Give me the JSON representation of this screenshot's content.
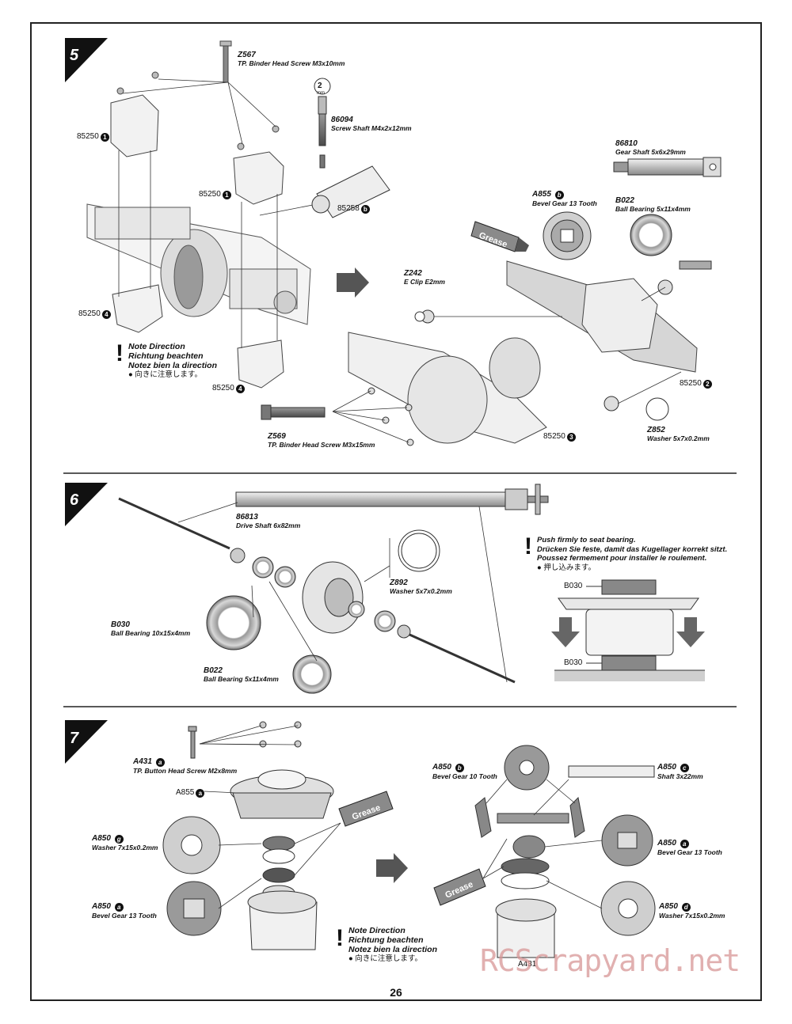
{
  "page_number": "26",
  "watermark": "RCScrapyard.net",
  "steps": [
    {
      "number": "5"
    },
    {
      "number": "6"
    },
    {
      "number": "7"
    }
  ],
  "step5": {
    "z567": {
      "code": "Z567",
      "desc": "TP. Binder Head Screw M3x10mm"
    },
    "tool": "2",
    "tool_unit": "mm",
    "p86094": {
      "code": "86094",
      "desc": "Screw Shaft M4x2x12mm"
    },
    "p86810": {
      "code": "86810",
      "desc": "Gear Shaft 5x6x29mm"
    },
    "a855": {
      "code": "A855",
      "badge": "b",
      "desc": "Bevel Gear 13 Tooth"
    },
    "b022": {
      "code": "B022",
      "desc": "Ball Bearing 5x11x4mm"
    },
    "z242": {
      "code": "Z242",
      "desc": "E Clip E2mm"
    },
    "z569": {
      "code": "Z569",
      "desc": "TP. Binder Head Screw M3x15mm"
    },
    "z852": {
      "code": "Z852",
      "desc": "Washer 5x7x0.2mm"
    },
    "ref_85250_1a": {
      "code": "85250",
      "badge": "1"
    },
    "ref_85250_1b": {
      "code": "85250",
      "badge": "1"
    },
    "ref_85250_4a": {
      "code": "85250",
      "badge": "4"
    },
    "ref_85250_4b": {
      "code": "85250",
      "badge": "4"
    },
    "ref_85250_2": {
      "code": "85250",
      "badge": "2"
    },
    "ref_85250_3": {
      "code": "85250",
      "badge": "3"
    },
    "ref_85258": {
      "code": "85258",
      "badge": "b"
    },
    "grease": "Grease",
    "note": {
      "en": "Note Direction",
      "de": "Richtung beachten",
      "fr": "Notez bien la direction",
      "jp": "向きに注意します。"
    }
  },
  "step6": {
    "p86813": {
      "code": "86813",
      "desc": "Drive Shaft 6x82mm"
    },
    "z892": {
      "code": "Z892",
      "desc": "Washer 5x7x0.2mm"
    },
    "b030": {
      "code": "B030",
      "desc": "Ball Bearing 10x15x4mm"
    },
    "b022": {
      "code": "B022",
      "desc": "Ball Bearing 5x11x4mm"
    },
    "note": {
      "en": "Push firmly to seat bearing.",
      "de": "Drücken Sie feste, damit das Kugellager korrekt sitzt.",
      "fr": "Poussez fermement pour installer le roulement.",
      "jp": "押し込みます。"
    },
    "b030_top": "B030",
    "b030_bottom": "B030"
  },
  "step7": {
    "a431": {
      "code": "A431",
      "badge": "a",
      "desc": "TP. Button Head Screw M2x8mm"
    },
    "a855_ref": {
      "code": "A855",
      "badge": "a"
    },
    "a850g": {
      "code": "A850",
      "badge": "g",
      "desc": "Washer 7x15x0.2mm"
    },
    "a850a_left": {
      "code": "A850",
      "badge": "a",
      "desc": "Bevel Gear 13 Tooth"
    },
    "a850b": {
      "code": "A850",
      "badge": "b",
      "desc": "Bevel Gear 10 Tooth"
    },
    "a850c": {
      "code": "A850",
      "badge": "c",
      "desc": "Shaft 3x22mm"
    },
    "a850a_right": {
      "code": "A850",
      "badge": "a",
      "desc": "Bevel Gear 13 Tooth"
    },
    "a850d": {
      "code": "A850",
      "badge": "d",
      "desc": "Washer 7x15x0.2mm"
    },
    "a431_ref": "A431",
    "grease_left": "Grease",
    "grease_right": "Grease",
    "note": {
      "en": "Note Direction",
      "de": "Richtung beachten",
      "fr": "Notez bien la direction",
      "jp": "向きに注意します。"
    }
  }
}
